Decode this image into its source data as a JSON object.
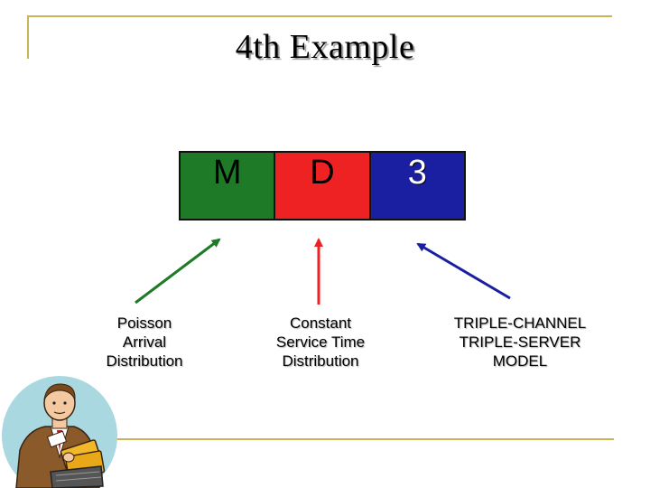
{
  "title": "4th Example",
  "notation": {
    "cells": [
      {
        "text": "M",
        "color": "#1e7a26"
      },
      {
        "text": "D",
        "color": "#ee2222"
      },
      {
        "text": "3",
        "color": "#1a1ea0"
      }
    ]
  },
  "labels": [
    {
      "line1": "Poisson",
      "line2": "Arrival",
      "line3": "Distribution",
      "arrow_color": "#1e7a26"
    },
    {
      "line1": "Constant",
      "line2": "Service Time",
      "line3": "Distribution",
      "arrow_color": "#ee2222"
    },
    {
      "line1": "TRIPLE-CHANNEL",
      "line2": "TRIPLE-SERVER",
      "line3": "MODEL",
      "arrow_color": "#1a1ea0"
    }
  ],
  "frame_color": "#c9b458",
  "clipart": "businessman-with-folders-illustration"
}
